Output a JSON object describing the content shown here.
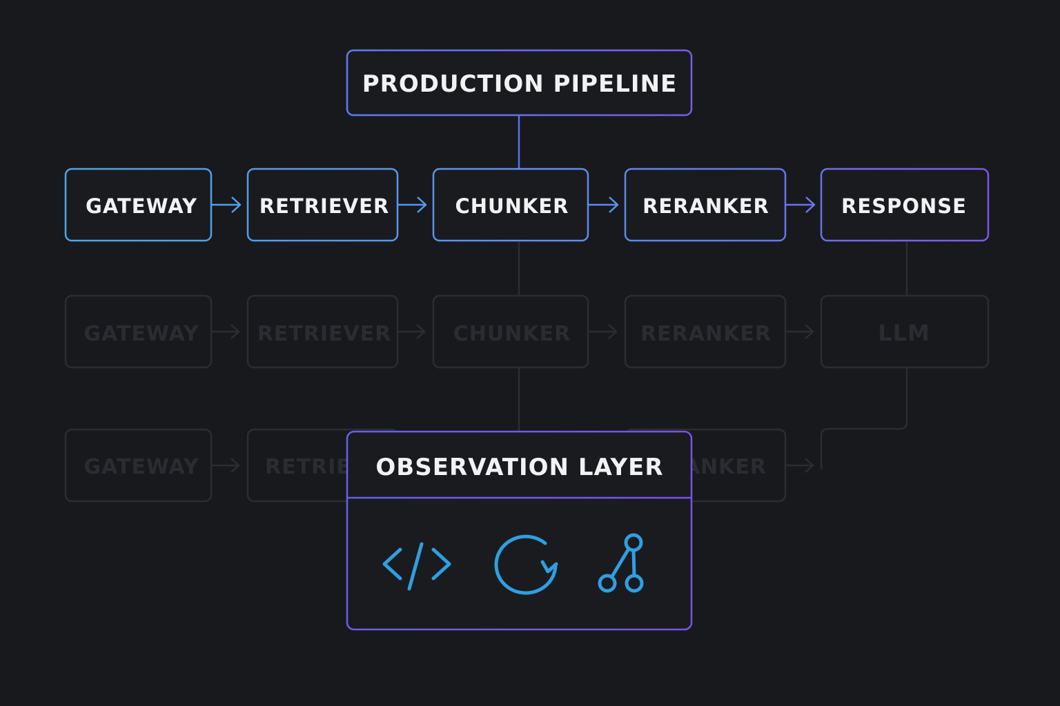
{
  "title": "PRODUCTION PIPELINE",
  "active_row": [
    "GATEWAY",
    "RETRIEVER",
    "CHUNKER",
    "RERANKER",
    "RESPONSE"
  ],
  "ghost_row_1": [
    "GATEWAY",
    "RETRIEVER",
    "CHUNKER",
    "RERANKER",
    "LLM"
  ],
  "ghost_row_2": [
    "GATEWAY",
    "RETRIE",
    "ANKER"
  ],
  "observation": {
    "title": "OBSERVATION LAYER",
    "icons": [
      "code-icon",
      "refresh-icon",
      "git-branch-icon"
    ]
  },
  "colors": {
    "background": "#18191c",
    "box_fill": "#1a1b1f",
    "accent_blue": "#4aa8ec",
    "accent_indigo": "#6e6cf0",
    "accent_violet": "#7c58ea",
    "icon": "#2f9fe0",
    "text": "#f1f2f4",
    "ghost": "#2c2d33"
  }
}
